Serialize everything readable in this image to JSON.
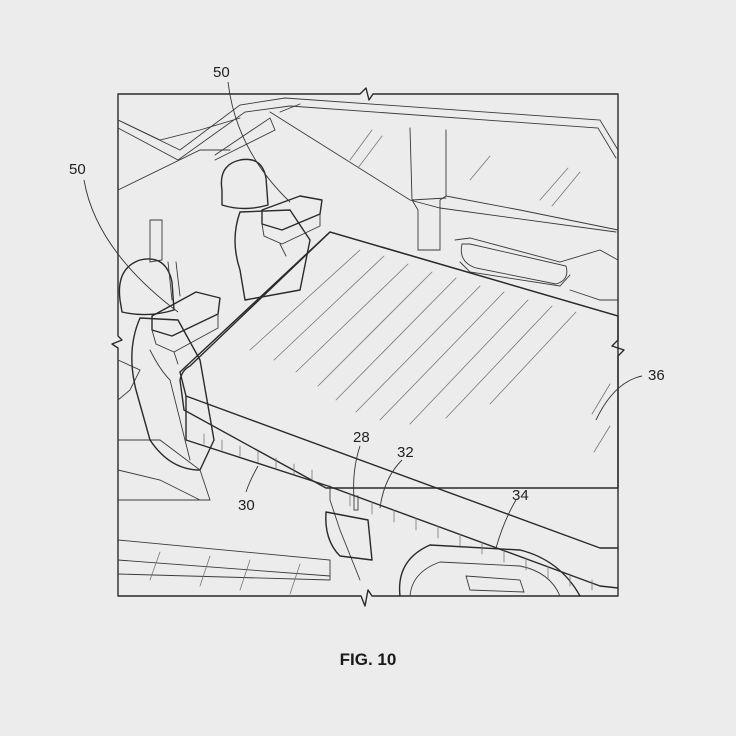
{
  "figure": {
    "caption": "FIG. 10"
  },
  "reference_numerals": {
    "seat_tray_upper": "50",
    "seat_tray_left": "50",
    "mattress": "36",
    "side_panel_a": "28",
    "side_panel_b": "32",
    "front_edge": "30",
    "lower_edge": "34"
  }
}
